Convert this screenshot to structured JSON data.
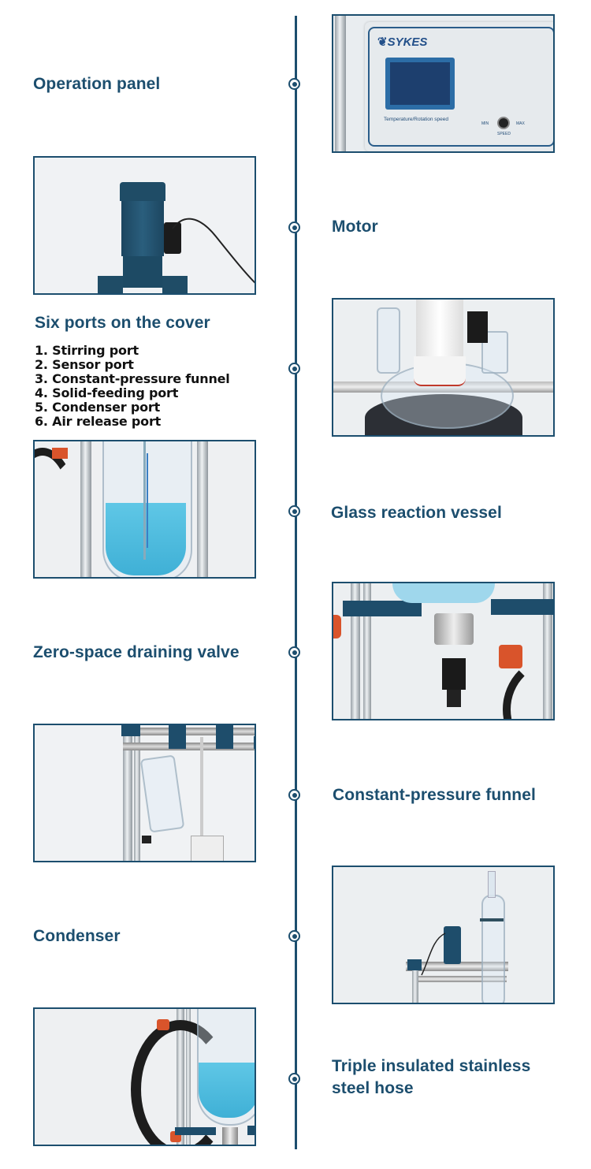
{
  "colors": {
    "accent": "#1c4e6e",
    "text_dark": "#111111",
    "background": "#ffffff"
  },
  "features": [
    {
      "label": "Operation panel",
      "image": "operation-panel-photo",
      "side": "label-left"
    },
    {
      "label": "Motor",
      "image": "motor-photo",
      "side": "label-right"
    },
    {
      "label": "Six ports on the cover",
      "image": "cover-ports-photo",
      "side": "label-left"
    },
    {
      "label": "Glass reaction vessel",
      "image": "glass-vessel-photo",
      "side": "label-right"
    },
    {
      "label": "Zero-space draining valve",
      "image": "draining-valve-photo",
      "side": "label-left"
    },
    {
      "label": "Constant-pressure funnel",
      "image": "funnel-photo",
      "side": "label-right"
    },
    {
      "label": "Condenser",
      "image": "condenser-photo",
      "side": "label-left"
    },
    {
      "label": "Triple insulated stainless steel hose",
      "label_lines": [
        "Triple insulated stainless",
        "steel hose"
      ],
      "image": "hose-photo",
      "side": "label-right"
    }
  ],
  "ports": [
    "1. Stirring port",
    "2. Sensor port",
    "3. Constant-pressure funnel",
    "4. Solid-feeding port",
    "5. Condenser port",
    "6. Air release port"
  ],
  "panel": {
    "brand": "SYKES",
    "screen_caption": "Temperature/Rotation speed",
    "knob_min": "MIN",
    "knob_max": "MAX",
    "knob_label": "SPEED"
  }
}
